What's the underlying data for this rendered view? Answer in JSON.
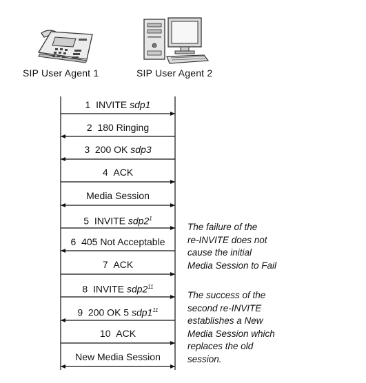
{
  "agents": {
    "left": "SIP User Agent 1",
    "right": "SIP User Agent 2"
  },
  "messages": [
    {
      "num": "1",
      "text": "INVITE",
      "ital": "sdp1",
      "sup": "",
      "dir": "right"
    },
    {
      "num": "2",
      "text": "180 Ringing",
      "ital": "",
      "sup": "",
      "dir": "left"
    },
    {
      "num": "3",
      "text": "200 OK",
      "ital": "sdp3",
      "sup": "",
      "dir": "left"
    },
    {
      "num": "4",
      "text": "ACK",
      "ital": "",
      "sup": "",
      "dir": "right"
    },
    {
      "num": "",
      "text": "Media Session",
      "ital": "",
      "sup": "",
      "dir": "both"
    },
    {
      "num": "5",
      "text": "INVITE",
      "ital": "sdp2",
      "sup": "1",
      "dir": "right"
    },
    {
      "num": "6",
      "text": "405 Not Acceptable",
      "ital": "",
      "sup": "",
      "dir": "left"
    },
    {
      "num": "7",
      "text": "ACK",
      "ital": "",
      "sup": "",
      "dir": "right"
    },
    {
      "num": "8",
      "text": "INVITE",
      "ital": "sdp2",
      "sup": "11",
      "dir": "right"
    },
    {
      "num": "9",
      "text": "200 OK 5",
      "ital": "sdp1",
      "sup": "11",
      "dir": "left"
    },
    {
      "num": "10",
      "text": "ACK",
      "ital": "",
      "sup": "",
      "dir": "right"
    },
    {
      "num": "",
      "text": "New Media Session",
      "ital": "",
      "sup": "",
      "dir": "both"
    }
  ],
  "notes": {
    "failure": [
      "The failure of the",
      "re-INVITE does not",
      "cause the initial",
      "Media Session to Fail"
    ],
    "success": [
      "The success of the",
      "second re-INVITE",
      "establishes a New",
      "Media Session which",
      "replaces the old",
      "session."
    ]
  }
}
